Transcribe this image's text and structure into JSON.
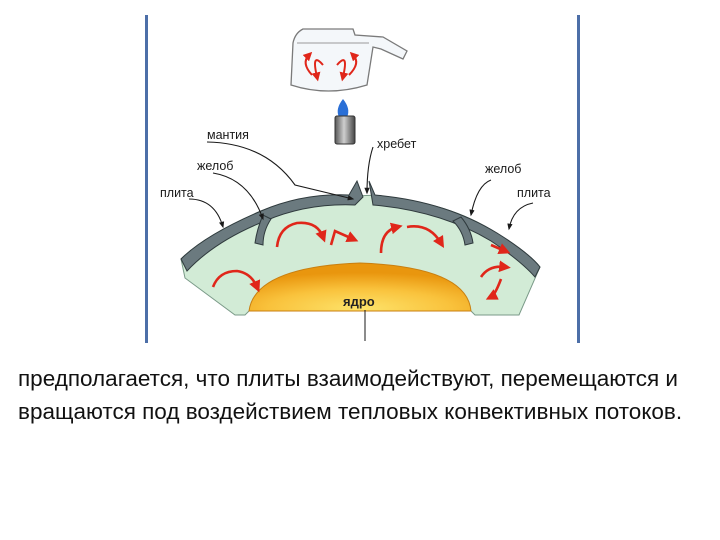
{
  "diagram": {
    "labels": {
      "mantle": "мантия",
      "ridge": "хребет",
      "trench_left": "желоб",
      "trench_right": "желоб",
      "plate_left": "плита",
      "plate_right": "плита",
      "core": "ядро"
    },
    "colors": {
      "frame_border": "#4d6fa8",
      "mantle_fill": "#d2ebd6",
      "plate_fill": "#6b7a7f",
      "core_inner": "#fcd85a",
      "core_outer": "#e9960e",
      "arrow_red": "#e0261a",
      "flame_blue": "#2a6fd6"
    }
  },
  "caption": {
    "text": "предполагается, что плиты взаимодействуют, перемещаются и вращаются под воздействием тепловых конвективных потоков."
  }
}
